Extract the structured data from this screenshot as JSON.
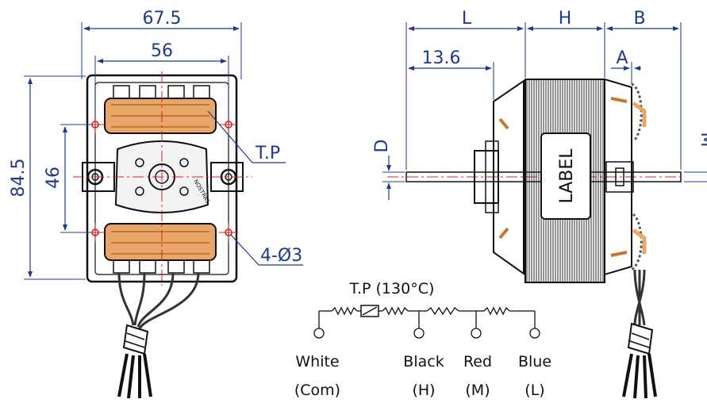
{
  "colors": {
    "dimension": "#1f3a8a",
    "outline": "#111111",
    "coil": "#e8a66a",
    "coil_dark": "#c7782f",
    "centerline": "#d62020",
    "laminate": "#2a2a2a"
  },
  "front_view": {
    "dim_overall_width": "67.5",
    "dim_mount_width": "56",
    "dim_overall_height": "84.5",
    "dim_mount_height": "46",
    "label_thermal_protector": "T.P",
    "label_holes": "4-Ø3",
    "rotor_text": "NOSTRAS"
  },
  "side_view": {
    "dim_l": "L",
    "dim_h": "H",
    "dim_b": "B",
    "dim_a": "A",
    "dim_shaft_offset": "13.6",
    "dim_d": "D",
    "dim_m": "M",
    "stack_label": "LABEL"
  },
  "wiring": {
    "protector_label": "T.P (130°C)",
    "leads": [
      {
        "color": "White",
        "tap": "(Com)"
      },
      {
        "color": "Black",
        "tap": "(H)"
      },
      {
        "color": "Red",
        "tap": "(M)"
      },
      {
        "color": "Blue",
        "tap": "(L)"
      }
    ]
  }
}
